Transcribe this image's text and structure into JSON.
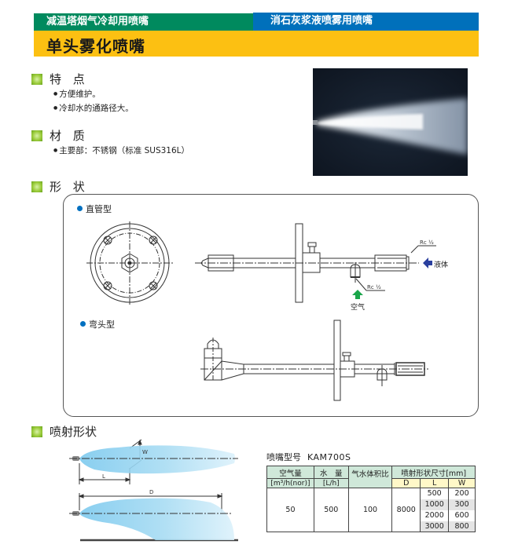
{
  "header": {
    "category_green": "减温塔烟气冷却用喷嘴",
    "category_blue": "消石灰浆液喷雾用喷嘴",
    "product_title": "单头雾化喷嘴",
    "colors": {
      "green": "#008a5e",
      "blue": "#0070bb",
      "yellow": "#fcc012"
    }
  },
  "sections": {
    "features": {
      "title": "特 点",
      "items": [
        "方便维护。",
        "冷却水的通路径大。"
      ]
    },
    "material": {
      "title": "材 质",
      "items": [
        "主要部：不锈钢（标准 SUS316L）"
      ]
    },
    "shape": {
      "title": "形 状",
      "straight_type": "直管型",
      "elbow_type": "弯头型",
      "labels": {
        "rc_liquid": "Rc ½",
        "rc_air": "Rc ½",
        "liquid": "液体",
        "air": "空气"
      }
    },
    "spray_shape": {
      "title": "喷射形状",
      "dim_labels": {
        "w": "W",
        "l": "L",
        "d": "D"
      }
    }
  },
  "spec": {
    "model_label": "喷嘴型号",
    "model_value": "KAM700S",
    "headers": {
      "air_flow": "空气量",
      "air_flow_unit": "[m³/h(nor)]",
      "water_flow": "水　量",
      "water_flow_unit": "[L/h]",
      "ratio": "气水体积比",
      "spray_dims": "喷射形状尺寸[mm]",
      "d": "D",
      "l": "L",
      "w": "W"
    },
    "values": {
      "air_flow": "50",
      "water_flow": "500",
      "ratio": "100",
      "d": "8000",
      "rows": [
        {
          "l": "500",
          "w": "200"
        },
        {
          "l": "1000",
          "w": "300"
        },
        {
          "l": "2000",
          "w": "600"
        },
        {
          "l": "3000",
          "w": "800"
        }
      ]
    }
  }
}
